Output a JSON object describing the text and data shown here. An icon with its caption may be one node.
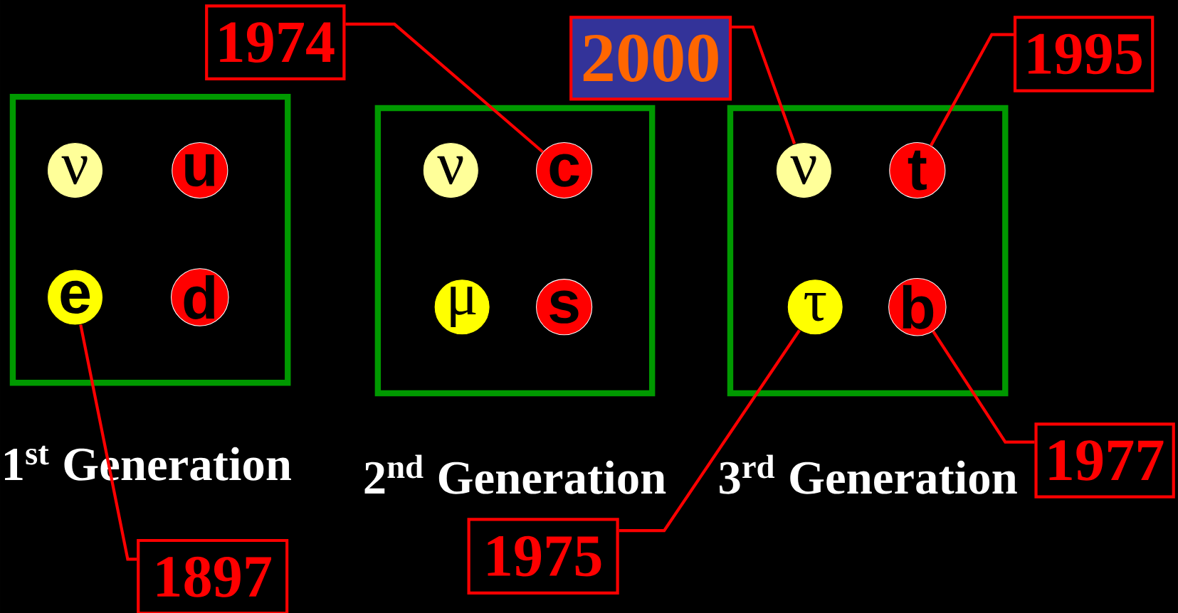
{
  "diagram": {
    "nodes": [
      {
        "text": [
          "1$^{st}$ Generation"
        ]
      },
      {
        "text": [
          "ν"
        ],
        "in": 0
      },
      {
        "text": [
          "u"
        ],
        "in": 0
      },
      {
        "text": [
          "e"
        ],
        "in": 0
      },
      {
        "text": [
          "d"
        ],
        "in": 0
      },
      {
        "text": [
          "2$^{nd}$ Generation"
        ]
      },
      {
        "text": [
          "ν"
        ],
        "in": 5
      },
      {
        "text": [
          "c"
        ],
        "in": 5
      },
      {
        "text": [
          "μ"
        ],
        "in": 5
      },
      {
        "text": [
          "s"
        ],
        "in": 5
      },
      {
        "text": [
          "3$^{rd}$ Generation"
        ]
      },
      {
        "text": [
          "ν"
        ],
        "in": 10
      },
      {
        "text": [
          "t"
        ],
        "in": 10
      },
      {
        "text": [
          "τ"
        ],
        "in": 10
      },
      {
        "text": [
          "b"
        ],
        "in": 10
      },
      {
        "text": [
          "1974"
        ]
      },
      {
        "text": [
          "2000"
        ]
      },
      {
        "text": [
          "1995"
        ]
      },
      {
        "text": [
          "1977"
        ]
      },
      {
        "text": [
          "1975"
        ]
      },
      {
        "text": [
          "1897"
        ]
      }
    ],
    "edges": [
      {
        "from": 15,
        "to": 7,
        "arrow": "none"
      },
      {
        "from": 16,
        "to": 11,
        "arrow": "none"
      },
      {
        "from": 17,
        "to": 12,
        "arrow": "none"
      },
      {
        "from": 18,
        "to": 14,
        "arrow": "none"
      },
      {
        "from": 19,
        "to": 13,
        "arrow": "none"
      },
      {
        "from": 20,
        "to": 3,
        "arrow": "none"
      }
    ]
  }
}
